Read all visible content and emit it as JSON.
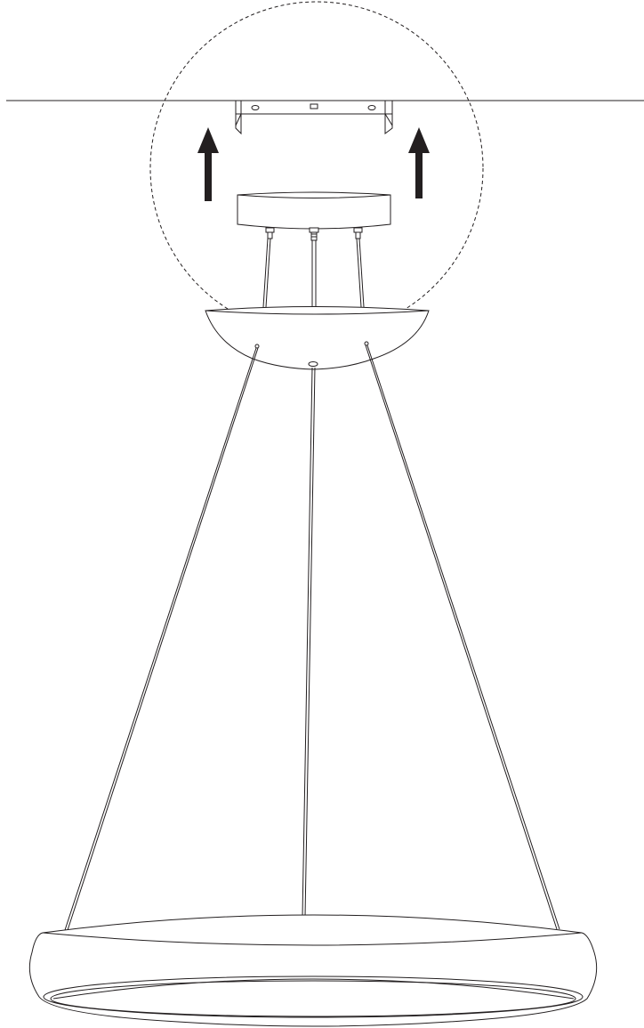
{
  "diagram": {
    "kind": "pendant-light-installation",
    "stroke_color": "#231f20",
    "fill_color": "#ffffff",
    "dashed_circle_color": "#231f20",
    "arrow_count": 2,
    "suspension_cable_count": 3,
    "icons": {
      "ceiling": "ceiling-line",
      "bracket": "mounting-bracket-icon",
      "arrow": "arrow-up-icon",
      "canopy": "ceiling-canopy-icon",
      "cup": "cable-cup-icon",
      "ring": "led-ring-icon",
      "detail": "detail-circle"
    }
  }
}
